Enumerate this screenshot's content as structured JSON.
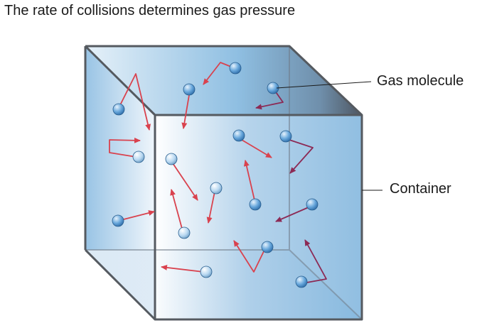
{
  "title": "The rate of collisions determines gas pressure",
  "labels": {
    "molecule": "Gas molecule",
    "container": "Container"
  },
  "colors": {
    "arrow": "#d9424e",
    "arrow_back": "#8c2a55",
    "edge": "#555a60",
    "molecule": "#5d9fd6"
  }
}
